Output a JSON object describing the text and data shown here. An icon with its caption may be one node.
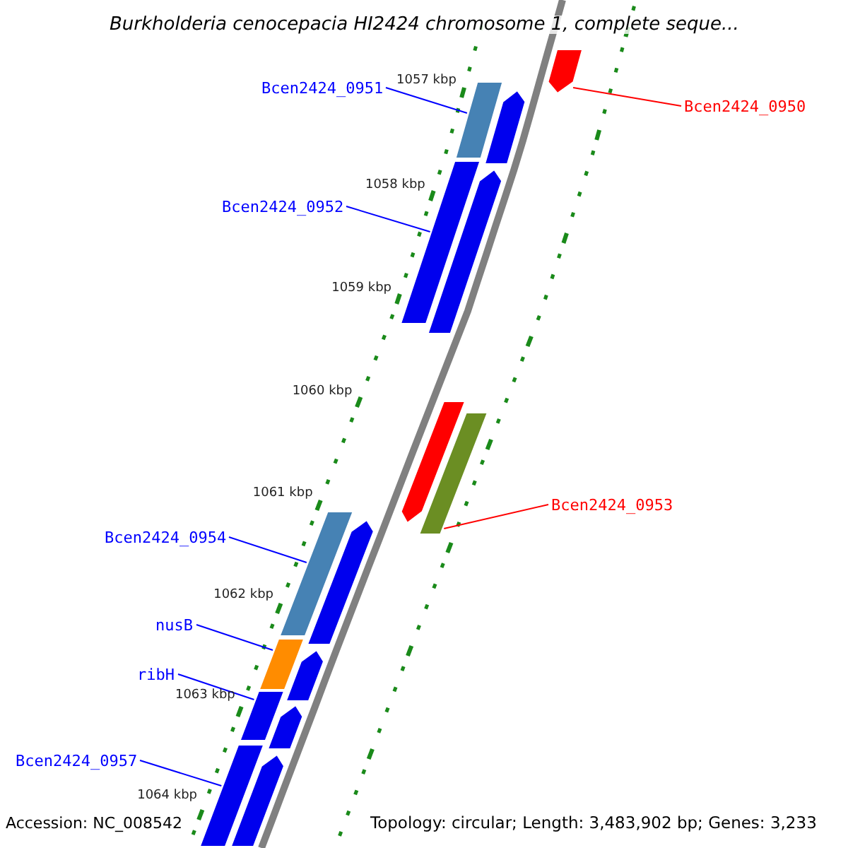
{
  "diagram": {
    "title": "Burkholderia cenocepacia HI2424 chromosome 1, complete seque...",
    "nodes": [
      {
        "text": [],
        "shape": "bar"
      },
      {
        "text": [
          "Bcen2424_0951"
        ]
      },
      {
        "text": [],
        "shape": "bar"
      },
      {
        "text": [],
        "shape": "bar"
      },
      {
        "text": [
          "Bcen2424_0950"
        ]
      },
      {
        "text": [],
        "shape": "bar"
      },
      {
        "text": [],
        "shape": "bar"
      },
      {
        "text": [
          "Bcen2424_0952"
        ]
      },
      {
        "text": [],
        "shape": "bar"
      },
      {
        "text": [],
        "shape": "bar"
      },
      {
        "text": [
          "Bcen2424_0953"
        ]
      },
      {
        "text": [],
        "shape": "bar"
      },
      {
        "text": [],
        "shape": "bar"
      },
      {
        "text": [
          "Bcen2424_0954"
        ]
      },
      {
        "text": [
          "nusB"
        ]
      },
      {
        "text": [],
        "shape": "bar"
      },
      {
        "text": [],
        "shape": "bar"
      },
      {
        "text": [
          "ribH"
        ]
      },
      {
        "text": [],
        "shape": "bar"
      },
      {
        "text": [],
        "shape": "bar"
      },
      {
        "text": [],
        "shape": "bar"
      },
      {
        "text": [],
        "shape": "bar"
      },
      {
        "text": [
          "Bcen2424_0957"
        ]
      }
    ],
    "edges": [
      {
        "from": 1,
        "to": 2,
        "arrow": "none"
      },
      {
        "from": 4,
        "to": 0,
        "arrow": "none",
        "color": "#ff0000"
      },
      {
        "from": 7,
        "to": 5,
        "arrow": "none"
      },
      {
        "from": 10,
        "to": 9,
        "arrow": "none",
        "color": "#ff0000"
      },
      {
        "from": 13,
        "to": 11,
        "arrow": "none"
      },
      {
        "from": 14,
        "to": 15,
        "arrow": "none"
      },
      {
        "from": 17,
        "to": 18,
        "arrow": "none"
      },
      {
        "from": 22,
        "to": 20,
        "arrow": "none"
      }
    ],
    "labels": [
      "1057 kbp",
      "1058 kbp",
      "1059 kbp",
      "1060 kbp",
      "1061 kbp",
      "1062 kbp",
      "1063 kbp",
      "1064 kbp",
      "Accession: NC_008542",
      "Topology: circular; Length: 3,483,902 bp; Genes: 3,233"
    ]
  }
}
